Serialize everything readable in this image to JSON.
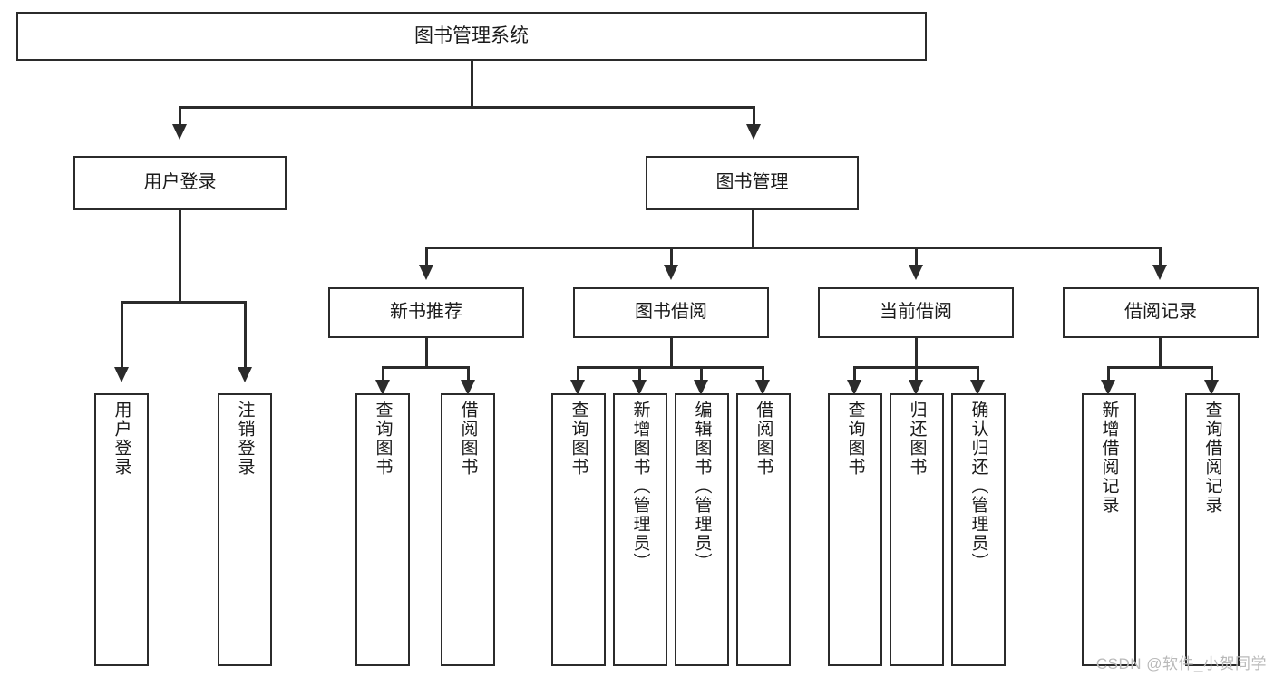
{
  "diagram": {
    "title": "图书管理系统",
    "watermark": "CSDN @软件_小贺同学",
    "accent_color": "#2b2b2b",
    "background_color": "#ffffff"
  },
  "nodes": {
    "root": {
      "label": "图书管理系统"
    },
    "level1": [
      {
        "label": "用户登录"
      },
      {
        "label": "图书管理"
      }
    ],
    "level2": [
      {
        "label": "新书推荐"
      },
      {
        "label": "图书借阅"
      },
      {
        "label": "当前借阅"
      },
      {
        "label": "借阅记录"
      }
    ],
    "leaves": {
      "user_login": [
        {
          "label": "用户登录"
        },
        {
          "label": "注销登录"
        }
      ],
      "new_book": [
        {
          "label": "查询图书"
        },
        {
          "label": "借阅图书"
        }
      ],
      "book_borrow": [
        {
          "label": "查询图书"
        },
        {
          "label": "新增图书（管理员）"
        },
        {
          "label": "编辑图书（管理员）"
        },
        {
          "label": "借阅图书"
        }
      ],
      "current_borrow": [
        {
          "label": "查询图书"
        },
        {
          "label": "归还图书"
        },
        {
          "label": "确认归还（管理员）"
        }
      ],
      "borrow_record": [
        {
          "label": "新增借阅记录"
        },
        {
          "label": "查询借阅记录"
        }
      ]
    }
  }
}
